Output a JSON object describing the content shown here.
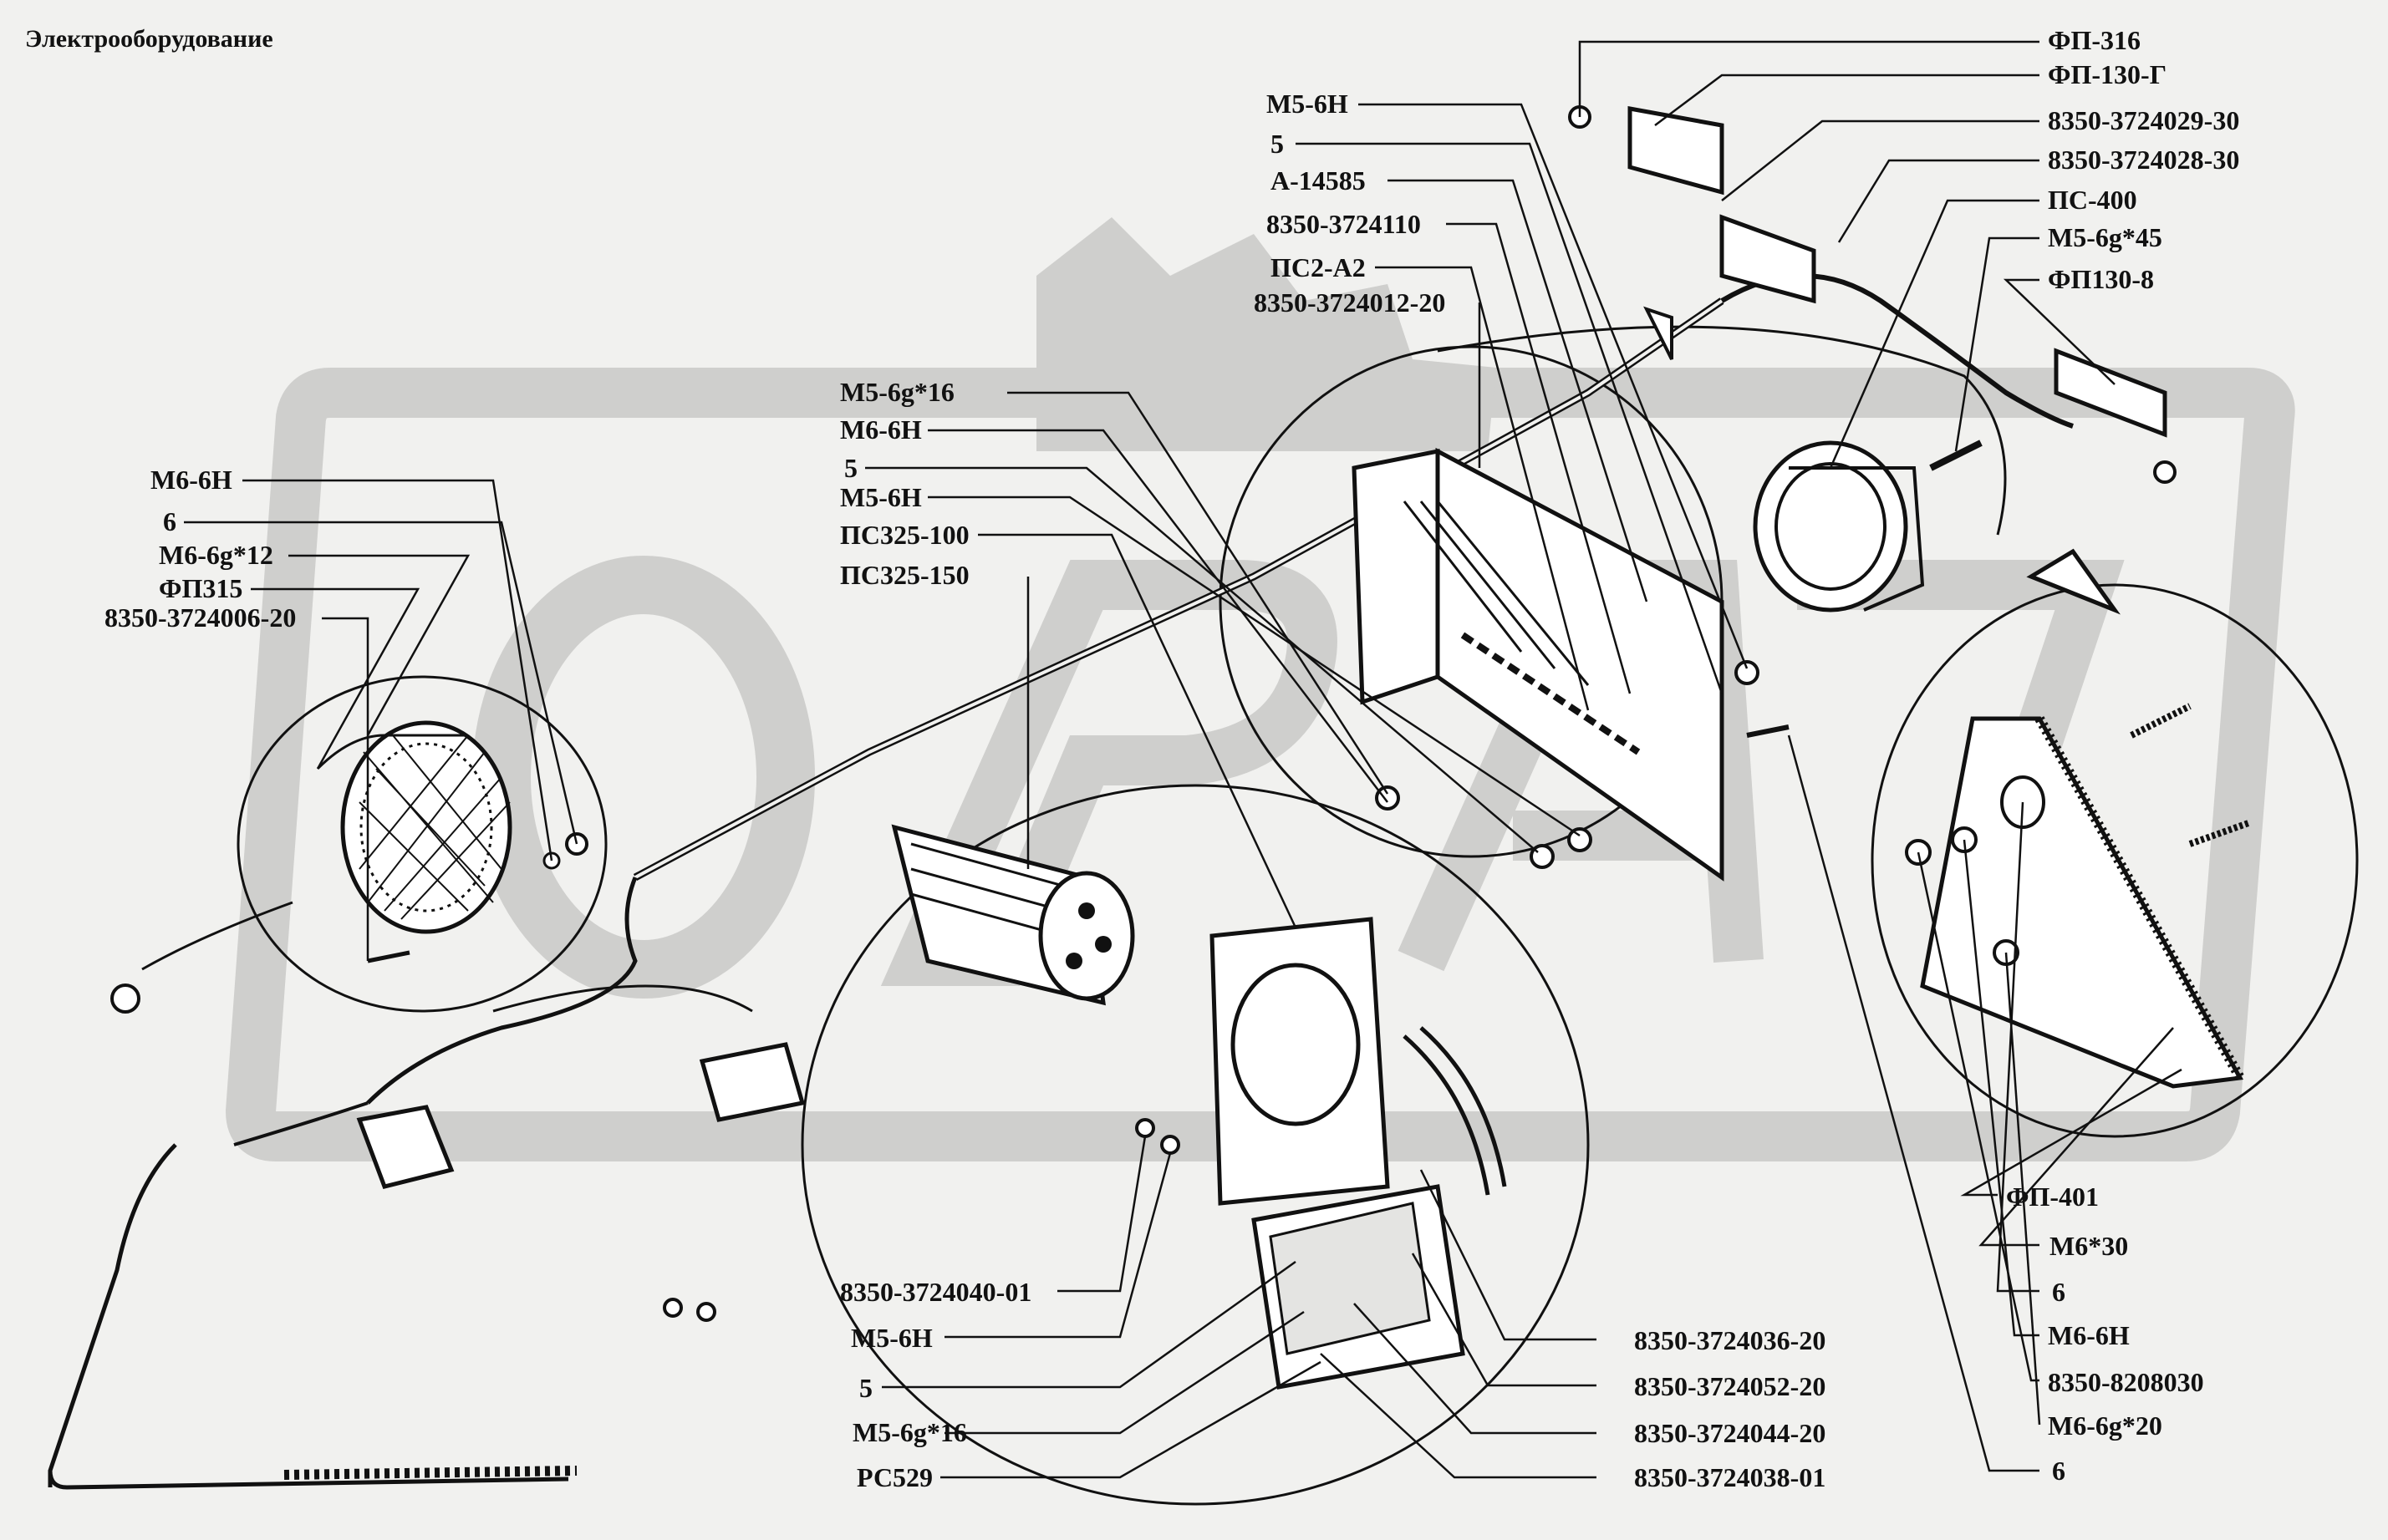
{
  "title": "Электрооборудование",
  "labels": [
    {
      "id": "fp316",
      "text": "ФП-316"
    },
    {
      "id": "fp130g",
      "text": "ФП-130-Г"
    },
    {
      "id": "p029",
      "text": "8350-3724029-30"
    },
    {
      "id": "p028",
      "text": "8350-3724028-30"
    },
    {
      "id": "ps400",
      "text": "ПС-400"
    },
    {
      "id": "m56g45",
      "text": "М5-6g*45"
    },
    {
      "id": "fp1308",
      "text": "ФП130-8"
    },
    {
      "id": "m56n_top",
      "text": "М5-6Н"
    },
    {
      "id": "n5_top",
      "text": "5"
    },
    {
      "id": "a14585",
      "text": "А-14585"
    },
    {
      "id": "p110",
      "text": "8350-3724110"
    },
    {
      "id": "ps2a2",
      "text": "ПС2-А2"
    },
    {
      "id": "p012",
      "text": "8350-3724012-20"
    },
    {
      "id": "m56g16_mid",
      "text": "М5-6g*16"
    },
    {
      "id": "m66n_mid",
      "text": "М6-6Н"
    },
    {
      "id": "n5_mid",
      "text": "5"
    },
    {
      "id": "m56n_mid",
      "text": "М5-6Н"
    },
    {
      "id": "ps325100",
      "text": "ПС325-100"
    },
    {
      "id": "ps325150",
      "text": "ПС325-150"
    },
    {
      "id": "m66n_left",
      "text": "М6-6Н"
    },
    {
      "id": "n6_left",
      "text": "6"
    },
    {
      "id": "m66g12",
      "text": "М6-6g*12"
    },
    {
      "id": "fp315",
      "text": "ФП315"
    },
    {
      "id": "p006",
      "text": "8350-3724006-20"
    },
    {
      "id": "p040",
      "text": "8350-3724040-01"
    },
    {
      "id": "m56n_bot",
      "text": "М5-6Н"
    },
    {
      "id": "n5_bot",
      "text": "5"
    },
    {
      "id": "m56g16_bot",
      "text": "М5-6g*16"
    },
    {
      "id": "rs529",
      "text": "РС529"
    },
    {
      "id": "p036",
      "text": "8350-3724036-20"
    },
    {
      "id": "p052",
      "text": "8350-3724052-20"
    },
    {
      "id": "p044",
      "text": "8350-3724044-20"
    },
    {
      "id": "p038",
      "text": "8350-3724038-01"
    },
    {
      "id": "fp401",
      "text": "ФП-401"
    },
    {
      "id": "m630",
      "text": "М6*30"
    },
    {
      "id": "n6_r1",
      "text": "6"
    },
    {
      "id": "m66n_r",
      "text": "М6-6Н"
    },
    {
      "id": "p8030",
      "text": "8350-8208030"
    },
    {
      "id": "m66g20",
      "text": "М6-6g*20"
    },
    {
      "id": "n6_r2",
      "text": "6"
    }
  ]
}
